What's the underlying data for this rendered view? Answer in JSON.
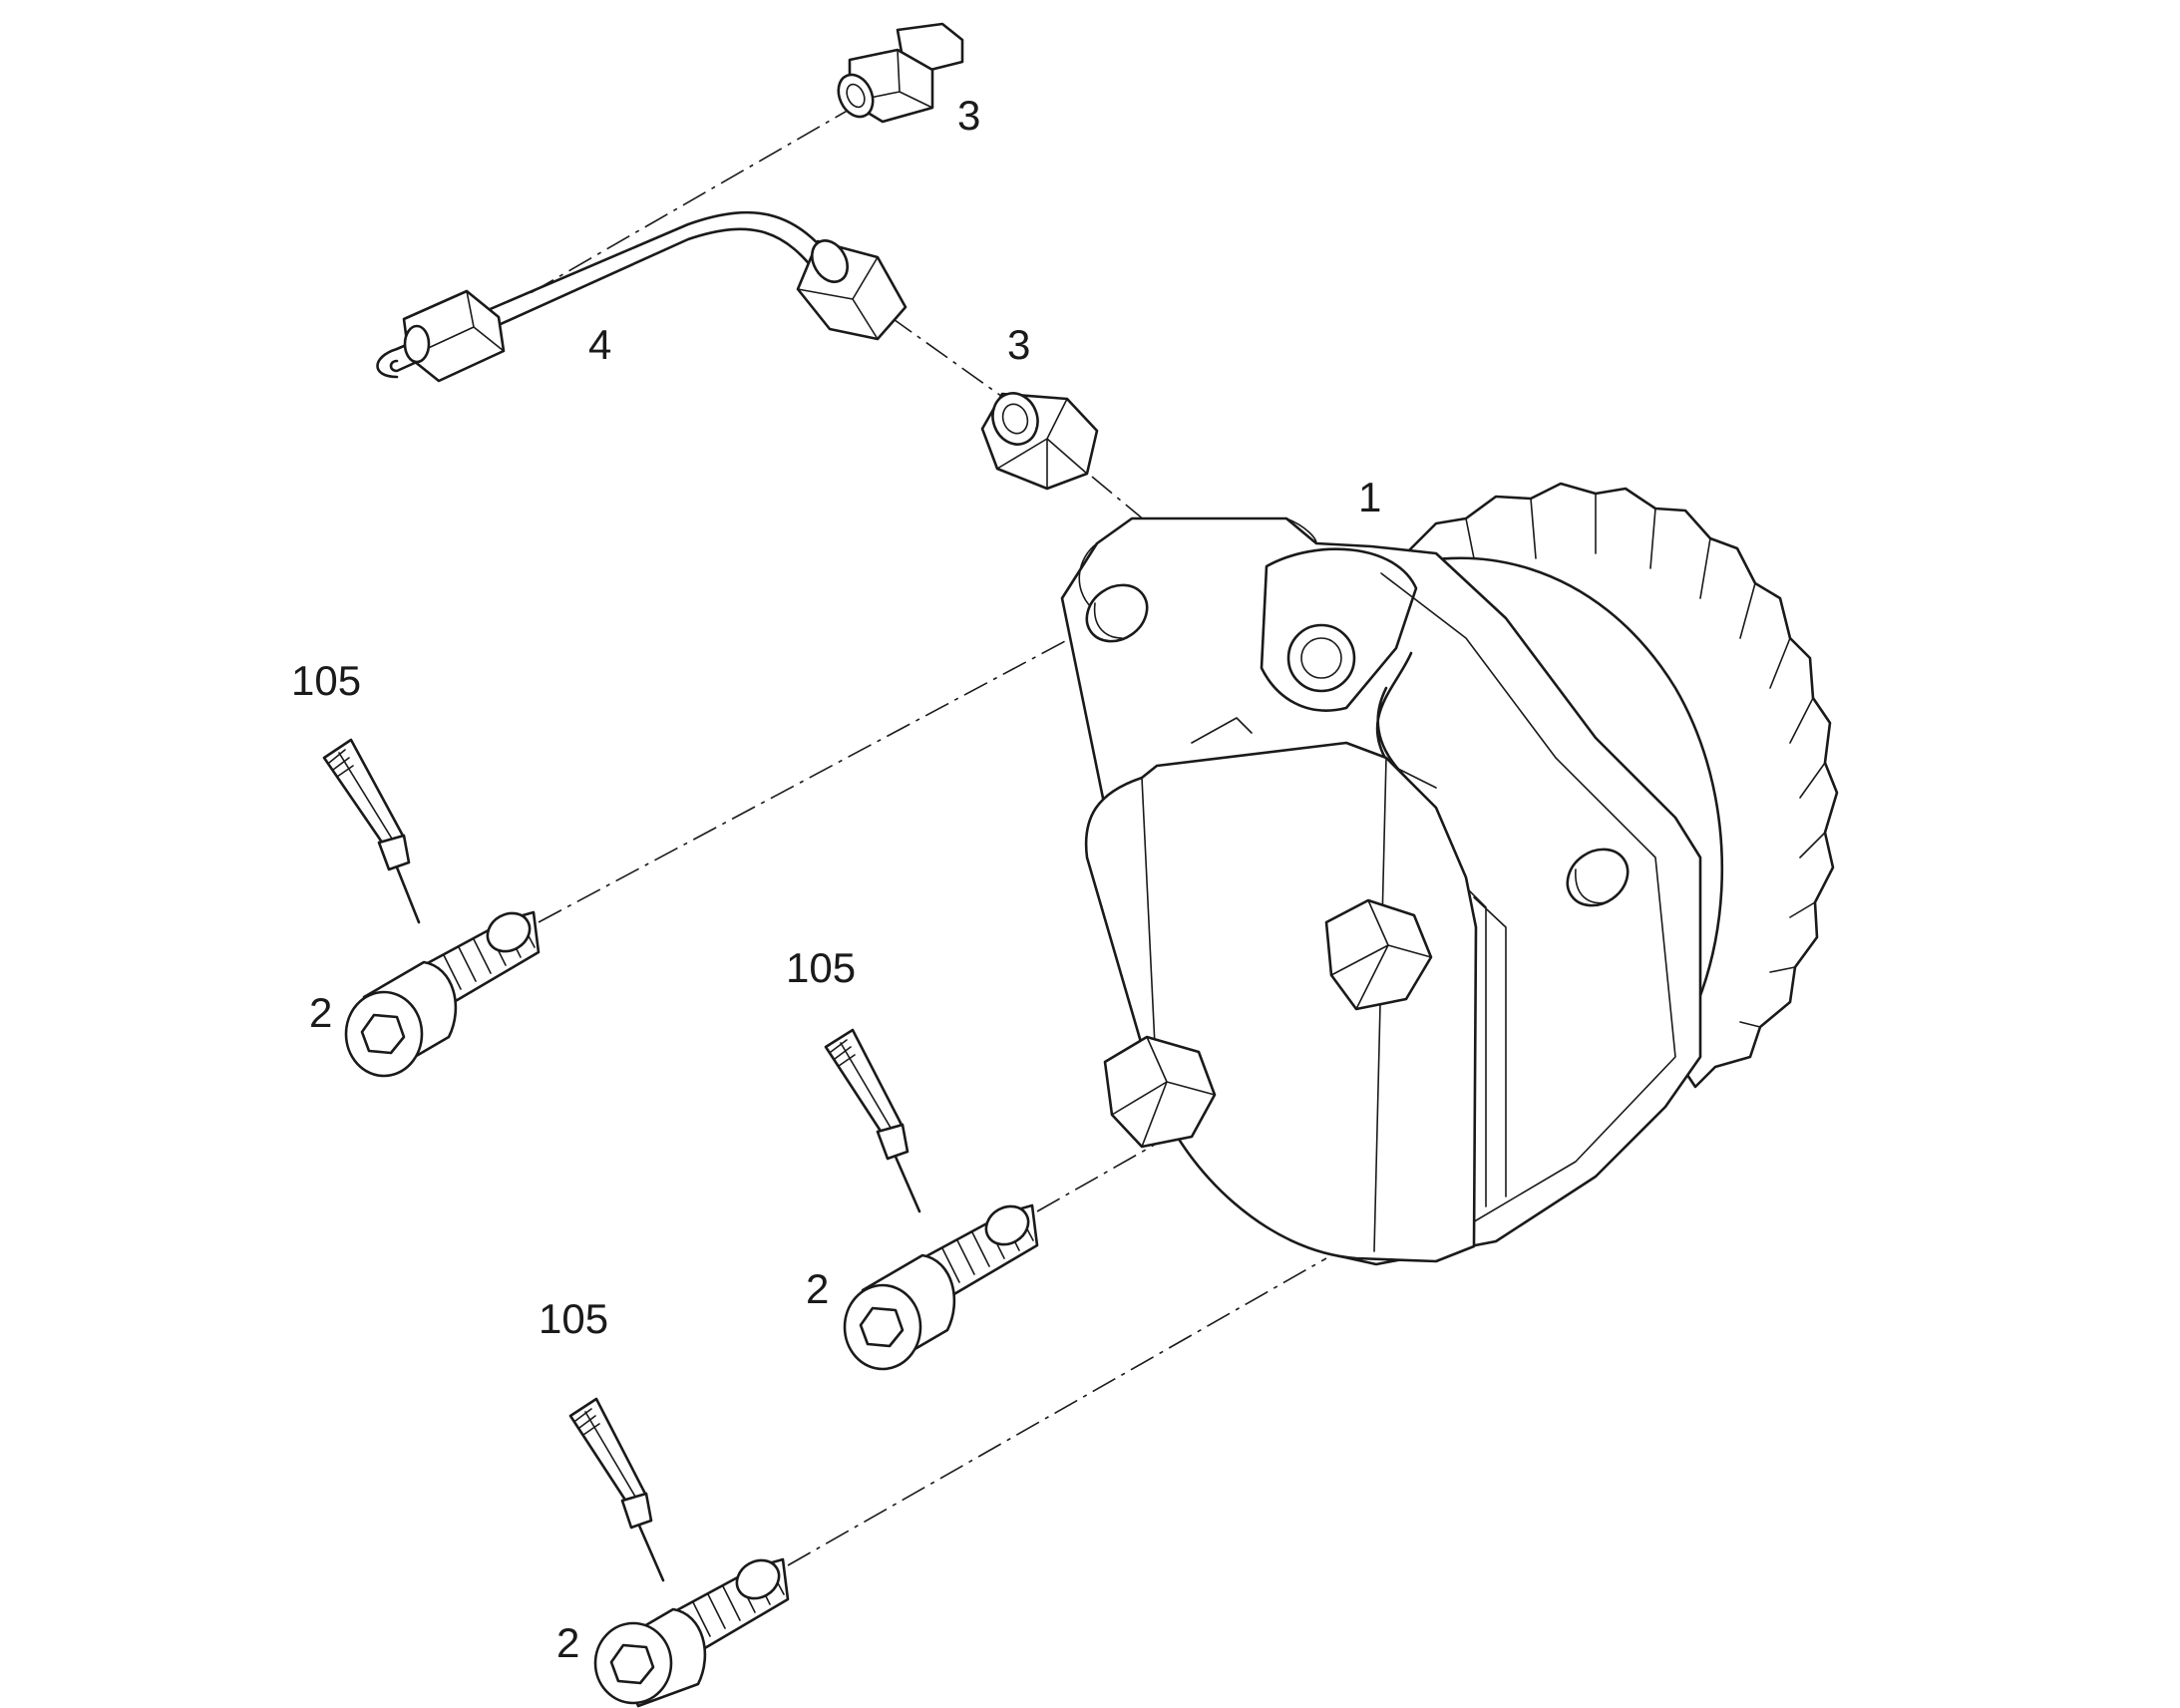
{
  "diagram": {
    "colors": {
      "line": "#1a1a1a",
      "background": "#ffffff"
    },
    "callouts": {
      "pump": "1",
      "screw_upper": "2",
      "screw_middle": "2",
      "screw_lower": "2",
      "union_top": "3",
      "union_middle": "3",
      "pipe": "4",
      "sealant_upper": "105",
      "sealant_middle": "105",
      "sealant_lower": "105"
    }
  }
}
